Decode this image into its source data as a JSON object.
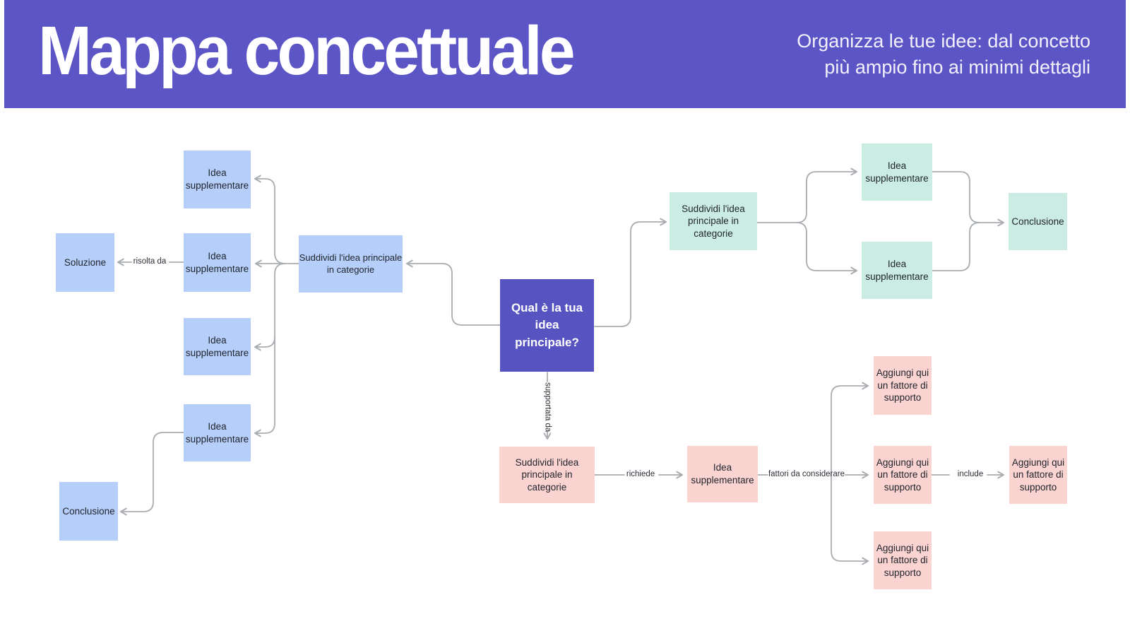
{
  "header": {
    "title": "Mappa concettuale",
    "subtitle_lines": [
      "Organizza le tue idee: dal concetto",
      "più ampio fino ai minimi dettagli"
    ]
  },
  "colors": {
    "banner_purple": "#5b55c6",
    "center_node_purple": "#5753c0",
    "blue_node": "#b5cffa",
    "teal_node": "#cbece3",
    "pink_node": "#fbd4d1",
    "connector_gray": "#a9acb1"
  },
  "nodes": {
    "center": "Qual è la tua idea principale?",
    "left_hub": "Suddividi l'idea principale in categorie",
    "left_idea_1": "Idea supplementare",
    "left_idea_2": "Idea supplementare",
    "left_idea_3": "Idea supplementare",
    "left_idea_4": "Idea supplementare",
    "left_solution": "Soluzione",
    "left_conclusion": "Conclusione",
    "top_hub": "Suddividi l'idea principale in categorie",
    "top_idea_1": "Idea supplementare",
    "top_idea_2": "Idea supplementare",
    "top_conclusion": "Conclusione",
    "bottom_hub": "Suddividi l'idea principale in categorie",
    "bottom_idea": "Idea supplementare",
    "bottom_factor_1": "Aggiungi qui un fattore di supporto",
    "bottom_factor_2": "Aggiungi qui un fattore di supporto",
    "bottom_factor_3": "Aggiungi qui un fattore di supporto",
    "bottom_factor_4": "Aggiungi qui un fattore di supporto"
  },
  "edge_labels": {
    "risolta_da": "risolta da",
    "supportata_da": "supportata da",
    "richiede": "richiede",
    "fattori_da_considerare": "fattori da considerare",
    "include": "include"
  }
}
